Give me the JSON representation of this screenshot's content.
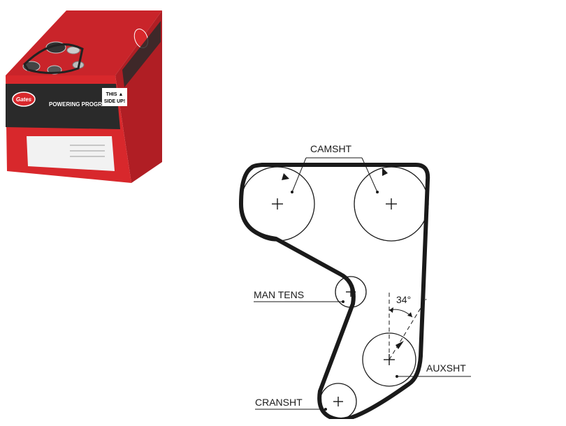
{
  "product": {
    "brand": "Gates",
    "tagline": "POWERING PROGRESS™",
    "orientation_badge": [
      "THIS ▲",
      "SIDE UP!"
    ],
    "box_color": "#d8282c",
    "dark_panel_color": "#2a2a2a"
  },
  "diagram": {
    "pulleys": {
      "camshaft_left": "CAMSHT",
      "man_tensioner": "MAN TENS",
      "auxiliary": "AUXSHT",
      "crankshaft": "CRANSHT"
    },
    "angle": "34°",
    "belt_color": "#1a1a1a"
  }
}
